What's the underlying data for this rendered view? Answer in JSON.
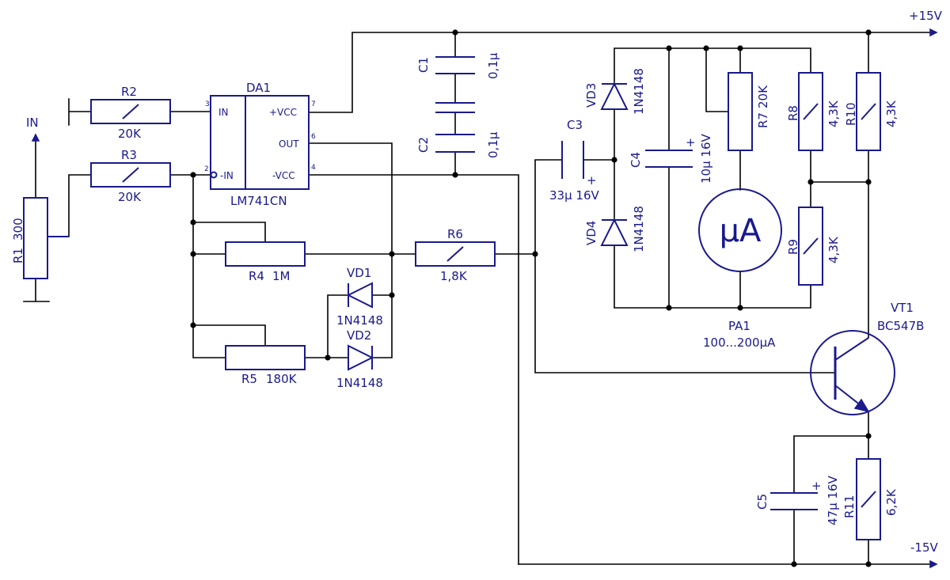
{
  "rails": {
    "pos": "+15V",
    "neg": "-15V"
  },
  "input": {
    "label": "IN"
  },
  "components": {
    "R1": {
      "ref": "R1",
      "value": "300"
    },
    "R2": {
      "ref": "R2",
      "value": "20K"
    },
    "R3": {
      "ref": "R3",
      "value": "20K"
    },
    "R4": {
      "ref": "R4",
      "value": "1M"
    },
    "R5": {
      "ref": "R5",
      "value": "180K"
    },
    "R6": {
      "ref": "R6",
      "value": "1,8K"
    },
    "R7": {
      "ref": "R7",
      "value": "20K"
    },
    "R8": {
      "ref": "R8",
      "value": "4,3K"
    },
    "R9": {
      "ref": "R9",
      "value": "4,3K"
    },
    "R10": {
      "ref": "R10",
      "value": "4,3K"
    },
    "R11": {
      "ref": "R11",
      "value": "6,2K"
    },
    "C1": {
      "ref": "C1",
      "value": "0,1µ"
    },
    "C2": {
      "ref": "C2",
      "value": "0,1µ"
    },
    "C3": {
      "ref": "C3",
      "value": "33µ 16V"
    },
    "C4": {
      "ref": "C4",
      "value": "10µ 16V"
    },
    "C5": {
      "ref": "C5",
      "value": "47µ 16V"
    },
    "VD1": {
      "ref": "VD1",
      "value": "1N4148"
    },
    "VD2": {
      "ref": "VD2",
      "value": "1N4148"
    },
    "VD3": {
      "ref": "VD3",
      "value": "1N4148"
    },
    "VD4": {
      "ref": "VD4",
      "value": "1N4148"
    },
    "DA1": {
      "ref": "DA1",
      "part": "LM741CN",
      "pins": {
        "in": "IN",
        "inv": "-IN",
        "vcc": "+VCC",
        "out": "OUT",
        "vee": "-VCC"
      },
      "pin_numbers": {
        "in": "3",
        "inv": "2",
        "vcc": "7",
        "out": "6",
        "vee": "4"
      }
    },
    "PA1": {
      "ref": "PA1",
      "symbol": "µA",
      "range": "100...200µA"
    },
    "VT1": {
      "ref": "VT1",
      "part": "BC547B"
    }
  },
  "polarity_mark": "+",
  "colors": {
    "wire": "#000000",
    "component": "#1a1a8c",
    "background": "#ffffff"
  }
}
